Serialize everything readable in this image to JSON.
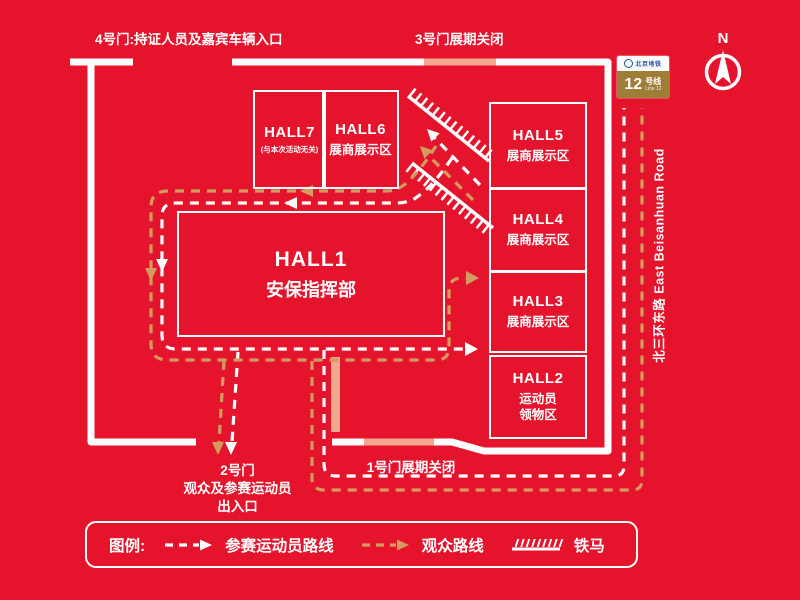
{
  "map": {
    "gates": {
      "gate4_label": "4号门:持证人员及嘉宾车辆入口",
      "gate3_label": "3号门展期关闭",
      "gate1_label": "1号门展期关闭",
      "gate2_line1": "2号门",
      "gate2_line2": "观众及参赛运动员",
      "gate2_line3": "出入口"
    },
    "compass_label": "N",
    "subway_badge": {
      "operator": "北京地铁",
      "line_number": "12",
      "line_unit": "号线",
      "line_en": "Line 12"
    },
    "road_name": "北三环东路 East Beisanhuan Road",
    "halls": [
      {
        "name": "HALL1",
        "subtitle": "安保指挥部"
      },
      {
        "name": "HALL2",
        "subtitle": "运动员",
        "subtitle2": "领物区"
      },
      {
        "name": "HALL3",
        "subtitle": "展商展示区"
      },
      {
        "name": "HALL4",
        "subtitle": "展商展示区"
      },
      {
        "name": "HALL5",
        "subtitle": "展商展示区"
      },
      {
        "name": "HALL6",
        "subtitle": "展商展示区"
      },
      {
        "name": "HALL7",
        "subtitle": "(与本次活动无关)"
      }
    ]
  },
  "legend": {
    "title": "图例:",
    "athlete_route_label": "参赛运动员路线",
    "spectator_route_label": "观众路线",
    "barrier_label": "铁马"
  },
  "colors": {
    "background_red": "#E5132B",
    "route_white": "#FFFFFF",
    "route_gold": "#D49B5F",
    "closed_gate_salmon": "#F4A68F",
    "subway_badge_gold": "#9E7D36",
    "subway_blue": "#1E4E9C"
  }
}
